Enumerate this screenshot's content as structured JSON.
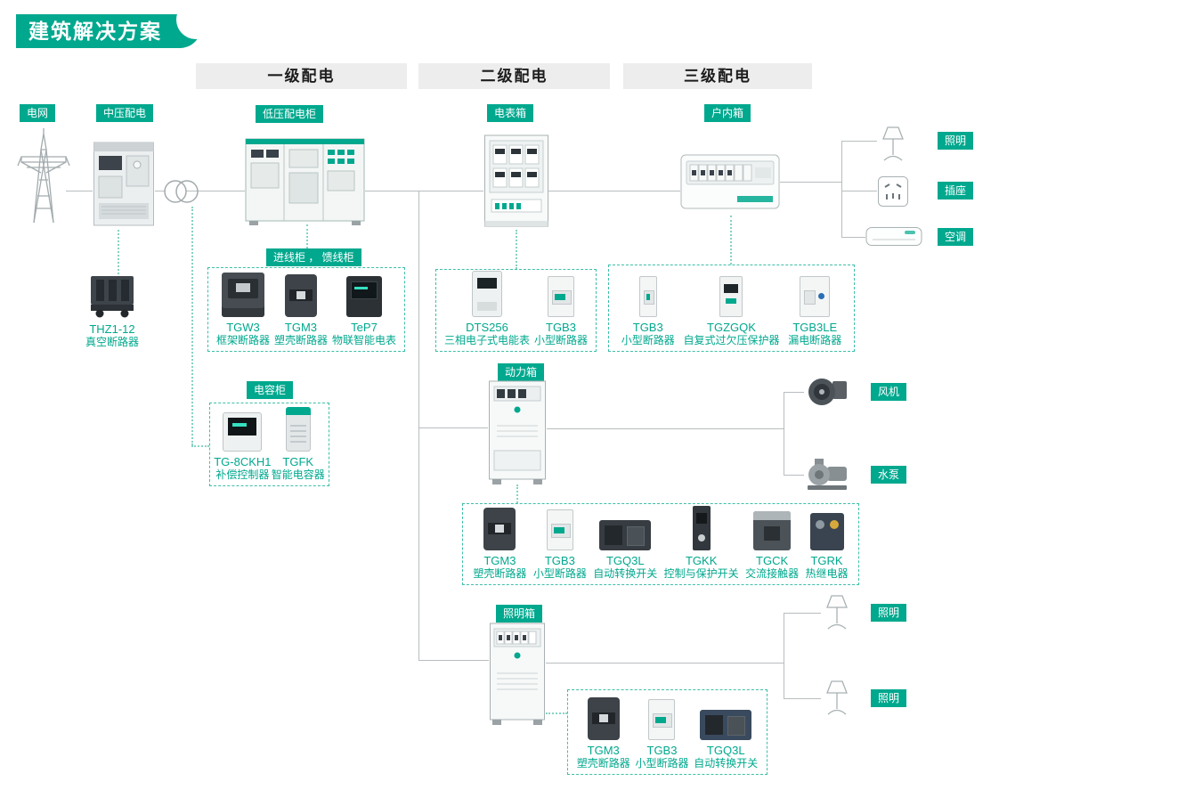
{
  "accent_color": "#00a88e",
  "title": "建筑解决方案",
  "section_headers": {
    "level1": "一级配电",
    "level2": "二级配电",
    "level3": "三级配电"
  },
  "tags": {
    "grid": "电网",
    "mv_distribution": "中压配电",
    "lv_cabinet": "低压配电柜",
    "meter_box": "电表箱",
    "indoor_box": "户内箱",
    "incoming_feeder": "进线柜 ， 馈线柜",
    "capacitor_cabinet": "电容柜",
    "power_box": "动力箱",
    "lighting_box": "照明箱"
  },
  "standalone_product": {
    "name": "THZ1-12",
    "desc": "真空断路器"
  },
  "groups": {
    "incoming": {
      "items": [
        {
          "name": "TGW3",
          "desc": "框架断路器"
        },
        {
          "name": "TGM3",
          "desc": "塑壳断路器"
        },
        {
          "name": "TeP7",
          "desc": "物联智能电表"
        }
      ]
    },
    "meter": {
      "items": [
        {
          "name": "DTS256",
          "desc": "三相电子式电能表"
        },
        {
          "name": "TGB3",
          "desc": "小型断路器"
        }
      ]
    },
    "indoor": {
      "items": [
        {
          "name": "TGB3",
          "desc": "小型断路器"
        },
        {
          "name": "TGZGQK",
          "desc": "自复式过欠压保护器"
        },
        {
          "name": "TGB3LE",
          "desc": "漏电断路器"
        }
      ]
    },
    "capacitor": {
      "items": [
        {
          "name": "TG-8CKH1",
          "desc": "补偿控制器"
        },
        {
          "name": "TGFK",
          "desc": "智能电容器"
        }
      ]
    },
    "power": {
      "items": [
        {
          "name": "TGM3",
          "desc": "塑壳断路器"
        },
        {
          "name": "TGB3",
          "desc": "小型断路器"
        },
        {
          "name": "TGQ3L",
          "desc": "自动转换开关"
        },
        {
          "name": "TGKK",
          "desc": "控制与保护开关"
        },
        {
          "name": "TGCK",
          "desc": "交流接触器"
        },
        {
          "name": "TGRK",
          "desc": "热继电器"
        }
      ]
    },
    "lighting": {
      "items": [
        {
          "name": "TGM3",
          "desc": "塑壳断路器"
        },
        {
          "name": "TGB3",
          "desc": "小型断路器"
        },
        {
          "name": "TGQ3L",
          "desc": "自动转换开关"
        }
      ]
    }
  },
  "loads": {
    "indoor": [
      "照明",
      "插座",
      "空调"
    ],
    "power": [
      "风机",
      "水泵"
    ],
    "lighting": [
      "照明",
      "照明"
    ]
  }
}
